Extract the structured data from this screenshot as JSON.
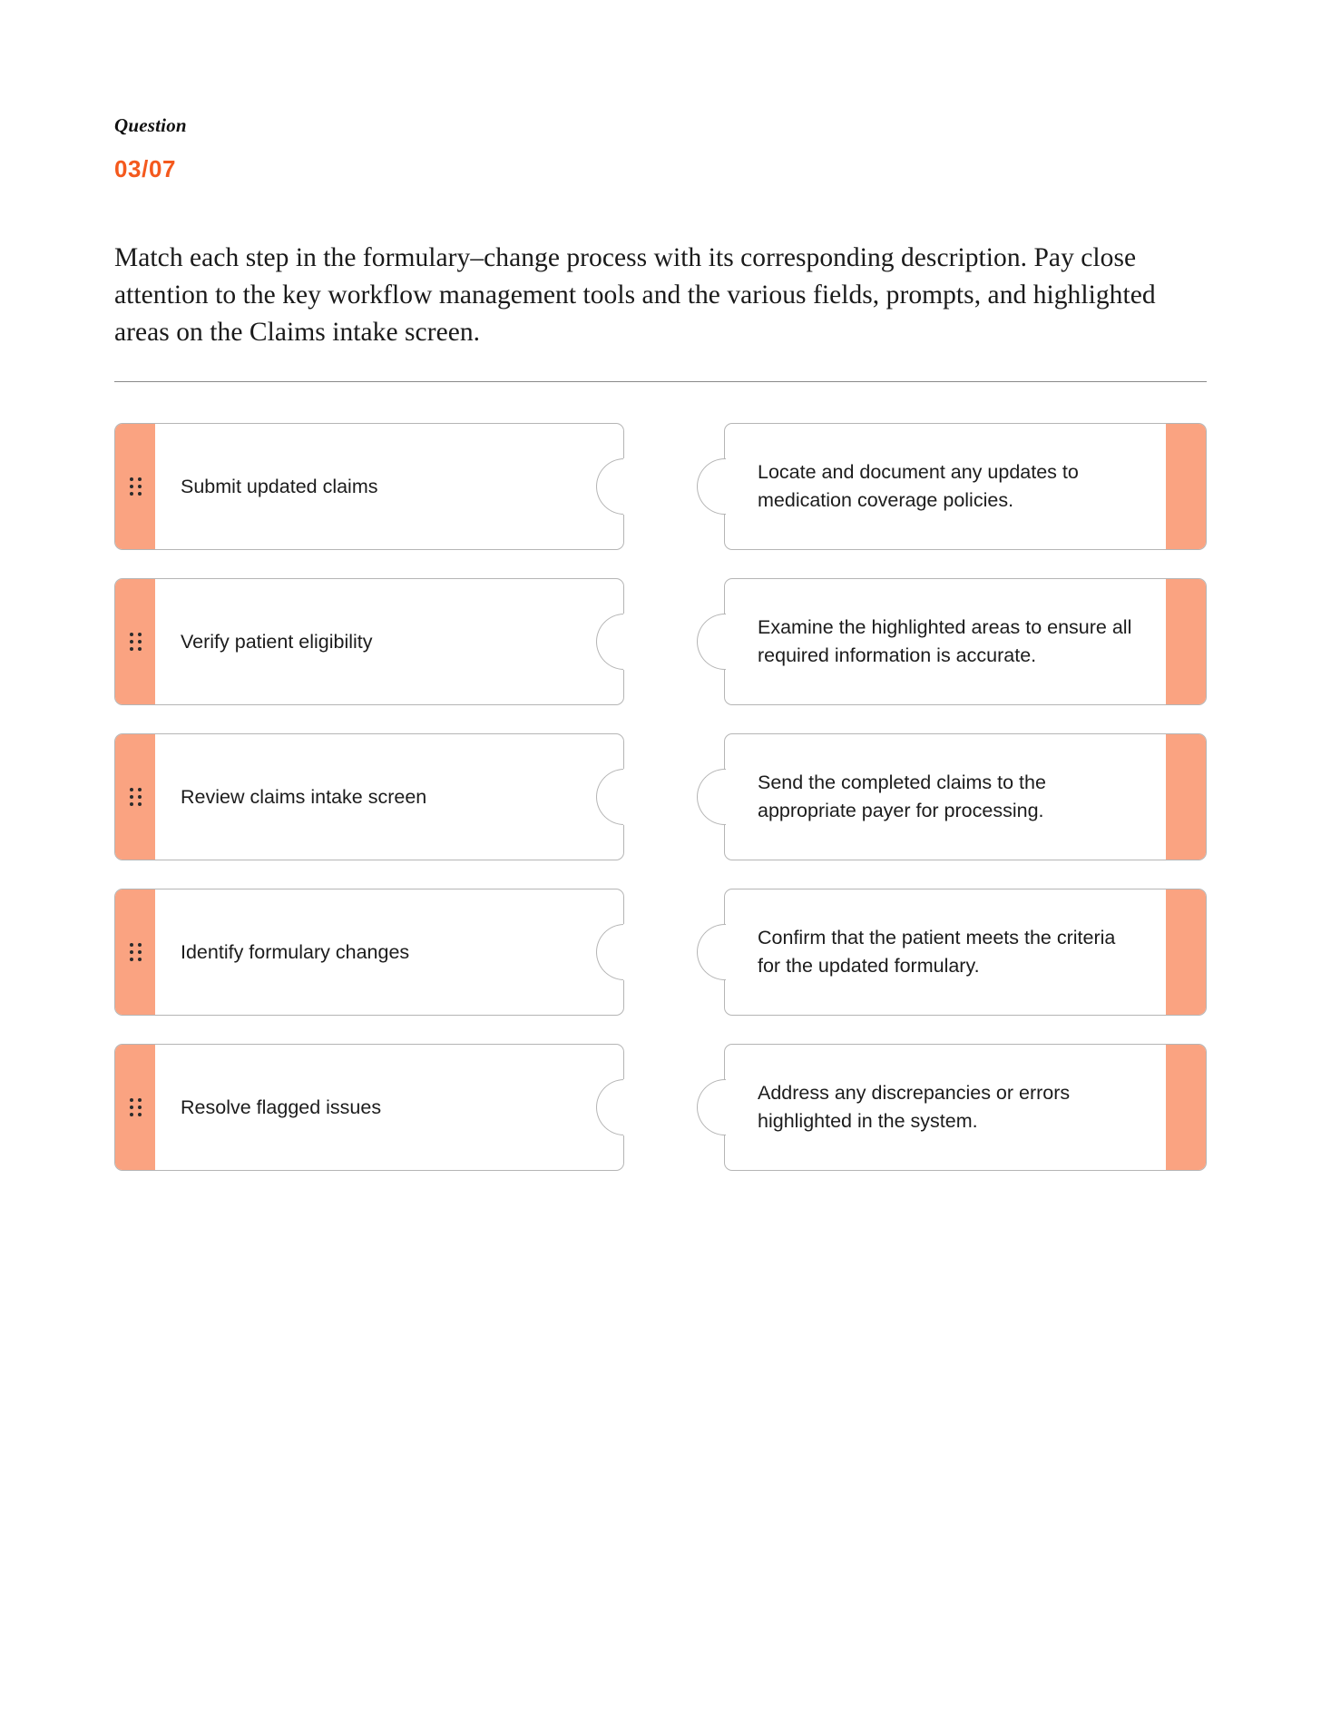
{
  "header": {
    "label": "Question",
    "counter": "03/07",
    "accent_color": "#F4591D"
  },
  "prompt": {
    "text": "Match each step in the formulary–change process with its corresponding description. Pay close attention to the key workflow management tools and the various fields, prompts, and highlighted areas on the Claims intake screen."
  },
  "theme": {
    "card_accent_color": "#FAA381",
    "card_border_color": "#b5b5b5",
    "divider_color": "#8a8a8a"
  },
  "matching": {
    "drag_handle_icon": "drag-handle-dots-icon",
    "terms": [
      {
        "label": "Submit updated claims"
      },
      {
        "label": "Verify patient eligibility"
      },
      {
        "label": "Review claims intake screen"
      },
      {
        "label": "Identify formulary changes"
      },
      {
        "label": "Resolve flagged issues"
      }
    ],
    "definitions": [
      {
        "text": "Locate and document any updates to medication coverage policies."
      },
      {
        "text": "Examine the highlighted areas to ensure all required information is accurate."
      },
      {
        "text": "Send the completed claims to the appropriate payer for processing."
      },
      {
        "text": "Confirm that the patient meets the criteria for the updated formulary."
      },
      {
        "text": "Address any discrepancies or errors highlighted in the system."
      }
    ]
  }
}
